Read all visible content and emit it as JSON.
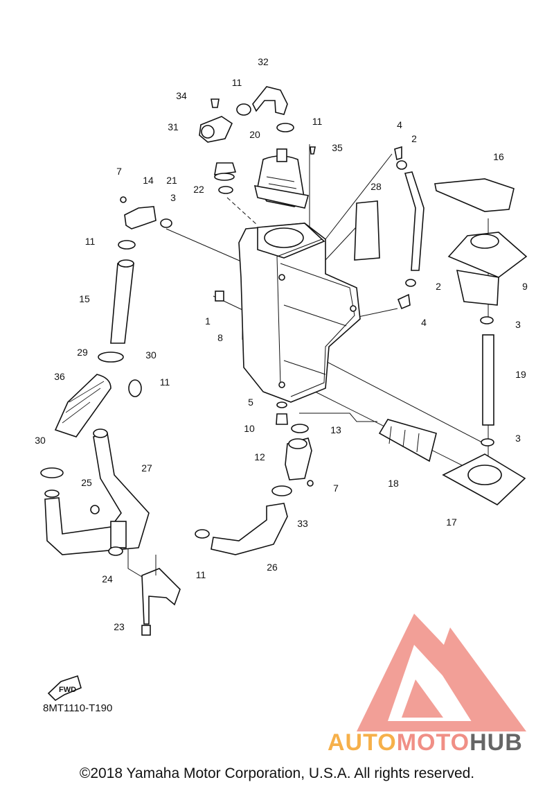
{
  "diagram": {
    "callouts": [
      "1",
      "2",
      "2",
      "3",
      "3",
      "3",
      "4",
      "4",
      "5",
      "7",
      "7",
      "8",
      "9",
      "10",
      "11",
      "11",
      "11",
      "11",
      "11",
      "12",
      "13",
      "14",
      "15",
      "16",
      "17",
      "18",
      "19",
      "20",
      "21",
      "22",
      "23",
      "24",
      "25",
      "26",
      "27",
      "28",
      "29",
      "30",
      "30",
      "31",
      "32",
      "33",
      "34",
      "35",
      "36"
    ],
    "fwd_label": "FWD",
    "code": "8MT1110-T190"
  },
  "watermark": {
    "part1": "AUTO",
    "part2": "MOTO",
    "part3": "HUB",
    "colors": {
      "auto": "#f6b04a",
      "moto": "#f08f86",
      "hub": "#666666",
      "logo": "#f08f86"
    }
  },
  "footer": {
    "copyright": "©2018 Yamaha Motor Corporation, U.S.A. All rights reserved."
  }
}
